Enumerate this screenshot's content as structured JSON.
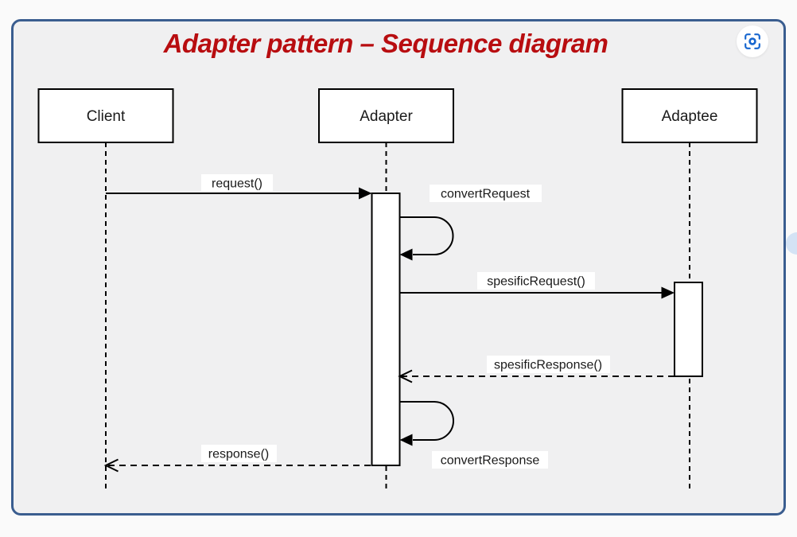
{
  "header": {
    "title": "Adapter pattern – Sequence diagram"
  },
  "controls": {
    "capture_button": {
      "icon": "focus-capture-icon"
    },
    "edge_floating_button": {
      "icon": "partial-circle"
    }
  },
  "colors": {
    "page_bg": "#fafafa",
    "card_bg": "#f0f0f1",
    "card_border": "#3a5d8f",
    "title_text": "#b80d10",
    "icon_accent": "#1766cf",
    "diagram_ink": "#000000",
    "shape_fill": "#ffffff"
  },
  "diagram": {
    "type": "uml-sequence",
    "actors": [
      {
        "name": "Client"
      },
      {
        "name": "Adapter"
      },
      {
        "name": "Adaptee"
      }
    ],
    "activations": [
      {
        "actor": "Adapter"
      },
      {
        "actor": "Adaptee"
      }
    ],
    "messages": [
      {
        "label": "request()",
        "from": "Client",
        "to": "Adapter",
        "style": "sync-solid-filled-arrow"
      },
      {
        "label": "convertRequest",
        "from": "Adapter",
        "to": "Adapter",
        "style": "self-loop-filled-arrow"
      },
      {
        "label": "spesificRequest()",
        "from": "Adapter",
        "to": "Adaptee",
        "style": "sync-solid-filled-arrow"
      },
      {
        "label": "spesificResponse()",
        "from": "Adaptee",
        "to": "Adapter",
        "style": "return-dashed-open-arrow"
      },
      {
        "label": "convertResponse",
        "from": "Adapter",
        "to": "Adapter",
        "style": "self-loop-filled-arrow"
      },
      {
        "label": "response()",
        "from": "Adapter",
        "to": "Client",
        "style": "return-dashed-open-arrow"
      }
    ]
  }
}
